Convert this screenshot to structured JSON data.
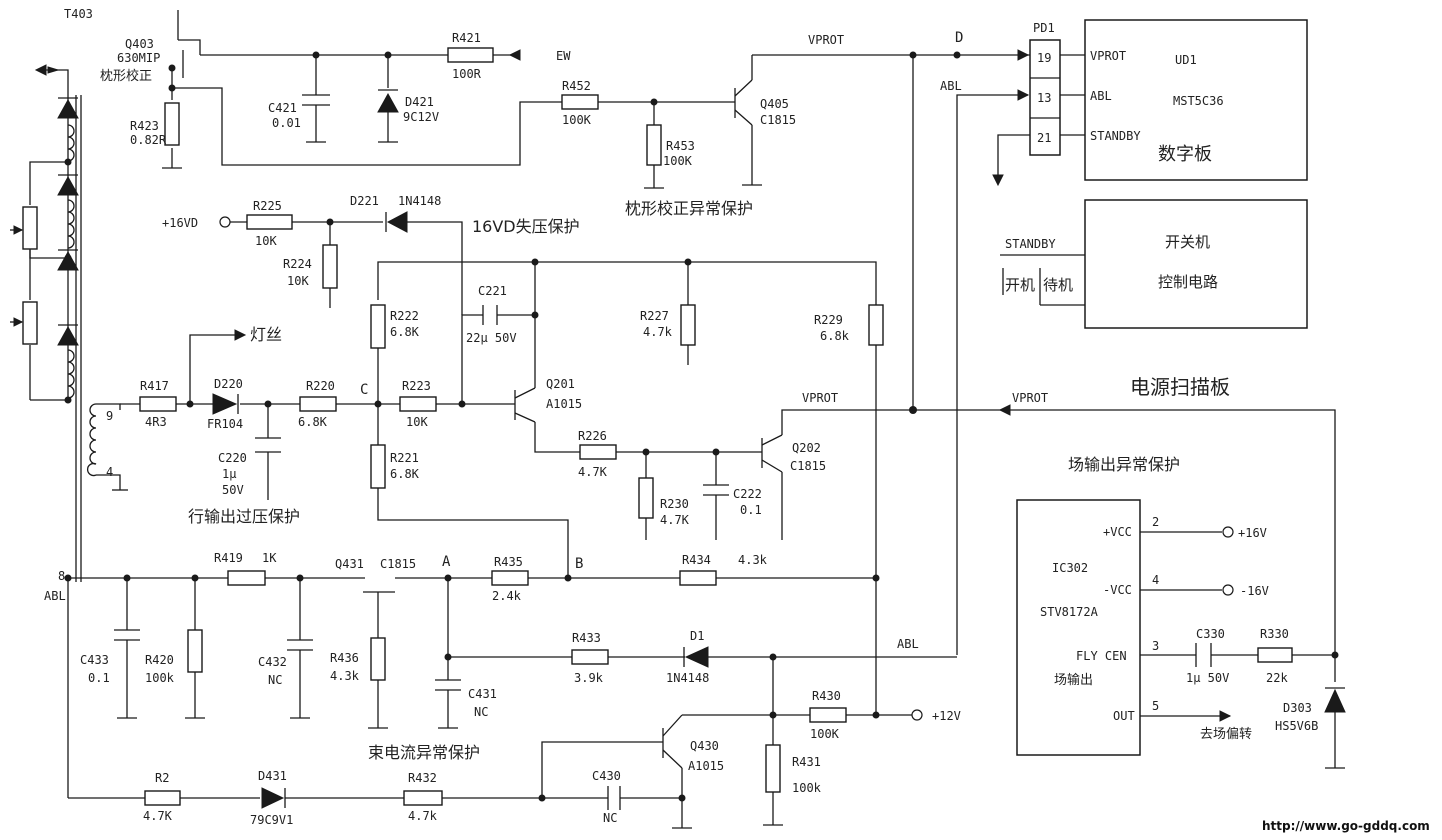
{
  "transformer": {
    "ref": "T403"
  },
  "q403": {
    "ref": "Q403",
    "part": "630MIP",
    "func": "枕形校正"
  },
  "r423": {
    "ref": "R423",
    "value": "0.82R"
  },
  "c421": {
    "ref": "C421",
    "value": "0.01"
  },
  "d421": {
    "ref": "D421",
    "value": "9C12V"
  },
  "r421": {
    "ref": "R421",
    "value": "100R"
  },
  "ew_label": "EW",
  "r452": {
    "ref": "R452",
    "value": "100K"
  },
  "r453": {
    "ref": "R453",
    "value": "100K"
  },
  "q405": {
    "ref": "Q405",
    "part": "C1815"
  },
  "pincushion_protect": "枕形校正异常保护",
  "vprot_labels": [
    "VPROT",
    "VPROT",
    "VPROT"
  ],
  "node_labels": {
    "D": "D",
    "C": "C",
    "A": "A",
    "B": "B"
  },
  "abl_labels": [
    "ABL",
    "ABL"
  ],
  "pd1": {
    "ref": "PD1",
    "pins": [
      "19",
      "13",
      "21"
    ]
  },
  "ud1": {
    "ref": "UD1",
    "part": "MST5C36",
    "name": "数字板",
    "pin_names": [
      "VPROT",
      "ABL",
      "STANDBY"
    ]
  },
  "power_ctrl": {
    "standby": "STANDBY",
    "line1": "开关机",
    "line2": "控制电路",
    "on": "开机",
    "wait": "待机"
  },
  "v16_label": "+16VD",
  "r225": {
    "ref": "R225",
    "value": "10K"
  },
  "d221": {
    "ref": "D221",
    "part": "1N4148"
  },
  "v16_protect": "16VD失压保护",
  "r224": {
    "ref": "R224",
    "value": "10K"
  },
  "c221": {
    "ref": "C221",
    "value": "22μ 50V"
  },
  "r222": {
    "ref": "R222",
    "value": "6.8K"
  },
  "r227": {
    "ref": "R227",
    "value": "4.7k"
  },
  "r229": {
    "ref": "R229",
    "value": "6.8k"
  },
  "filament": "灯丝",
  "pin9": "9",
  "pin4": "4",
  "pin8": "8",
  "r417": {
    "ref": "R417",
    "value": "4R3"
  },
  "d220": {
    "ref": "D220",
    "part": "FR104"
  },
  "r220": {
    "ref": "R220",
    "value": "6.8K"
  },
  "r223": {
    "ref": "R223",
    "value": "10K"
  },
  "q201": {
    "ref": "Q201",
    "part": "A1015"
  },
  "c220": {
    "ref": "C220",
    "value1": "1μ",
    "value2": "50V"
  },
  "r221": {
    "ref": "R221",
    "value": "6.8K"
  },
  "line_overvolt": "行输出过压保护",
  "r226": {
    "ref": "R226",
    "value": "4.7K"
  },
  "r230": {
    "ref": "R230",
    "value": "4.7K"
  },
  "c222": {
    "ref": "C222",
    "value": "0.1"
  },
  "q202": {
    "ref": "Q202",
    "part": "C1815"
  },
  "power_board": "电源扫描板",
  "field_protect": "场输出异常保护",
  "ic302": {
    "ref": "IC302",
    "part": "STV8172A",
    "pins": [
      {
        "num": "2",
        "name": "+VCC",
        "net": "+16V"
      },
      {
        "num": "4",
        "name": "-VCC",
        "net": "-16V"
      },
      {
        "num": "3",
        "name": "FLY CEN"
      },
      {
        "num": "5",
        "name": "OUT"
      }
    ],
    "sub": "场输出"
  },
  "c330": {
    "ref": "C330",
    "value": "1μ 50V"
  },
  "r330": {
    "ref": "R330",
    "value": "22k"
  },
  "d303": {
    "ref": "D303",
    "part": "HS5V6B"
  },
  "to_yoke": "去场偏转",
  "r419": {
    "ref": "R419",
    "value": "1K"
  },
  "q431": {
    "ref": "Q431",
    "part": "C1815"
  },
  "r435": {
    "ref": "R435",
    "value": "2.4k"
  },
  "r434": {
    "ref": "R434",
    "value": "4.3k"
  },
  "c433": {
    "ref": "C433",
    "value": "0.1"
  },
  "r420": {
    "ref": "R420",
    "value": "100k"
  },
  "c432": {
    "ref": "C432",
    "value": "NC"
  },
  "r436": {
    "ref": "R436",
    "value": "4.3k"
  },
  "c431": {
    "ref": "C431",
    "value": "NC"
  },
  "r433": {
    "ref": "R433",
    "value": "3.9k"
  },
  "d1": {
    "ref": "D1",
    "part": "1N4148"
  },
  "r430": {
    "ref": "R430",
    "value": "100K"
  },
  "v12_label": "+12V",
  "beam_protect": "束电流异常保护",
  "q430": {
    "ref": "Q430",
    "part": "A1015"
  },
  "r431": {
    "ref": "R431",
    "value": "100k"
  },
  "r2": {
    "ref": "R2",
    "value": "4.7K"
  },
  "d431": {
    "ref": "D431",
    "part": "79C9V1"
  },
  "r432": {
    "ref": "R432",
    "value": "4.7k"
  },
  "c430": {
    "ref": "C430",
    "value": "NC"
  },
  "watermark": "http://www.go-gddq.com"
}
